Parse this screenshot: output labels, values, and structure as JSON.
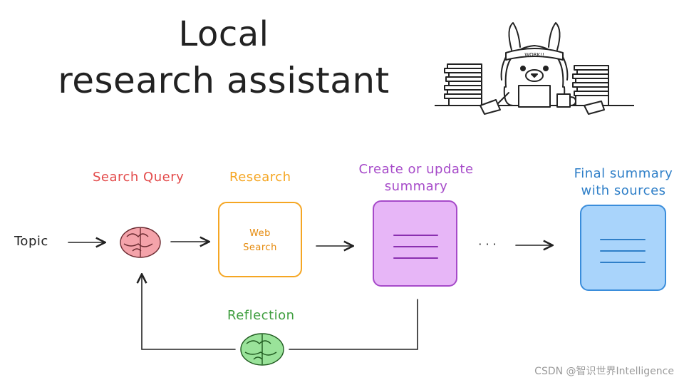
{
  "title": {
    "line1": "Local",
    "line2": "research assistant"
  },
  "nodes": {
    "topic": "Topic",
    "search_query": "Search Query",
    "research": "Research",
    "research_box": {
      "line1": "Web",
      "line2": "Search"
    },
    "create_update": {
      "line1": "Create or update",
      "line2": "summary"
    },
    "final": {
      "line1": "Final summary",
      "line2": "with sources"
    },
    "reflection": "Reflection",
    "ellipsis": "· · ·"
  },
  "colors": {
    "search_query": "#E34A4A",
    "research": "#F5A623",
    "summary_border": "#A64AC9",
    "summary_fill": "#E7B6F7",
    "final_border": "#3A8DDB",
    "final_fill": "#A9D4FB",
    "reflection": "#3E9E3E",
    "brain_pink": "#F4A3AA",
    "brain_green": "#9AE39A"
  },
  "illustration": {
    "headband_text": "WORK!!"
  },
  "watermark": "CSDN @智识世界Intelligence"
}
